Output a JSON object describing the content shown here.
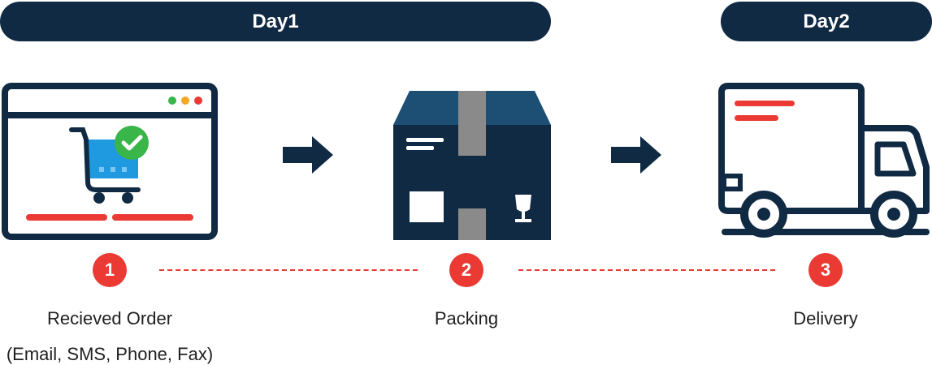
{
  "header": {
    "day1": "Day1",
    "day2": "Day2"
  },
  "steps": [
    {
      "number": "1",
      "label": "Recieved Order",
      "sublabel": "(Email, SMS, Phone, Fax)",
      "icon": "shopping-cart-browser-icon"
    },
    {
      "number": "2",
      "label": "Packing",
      "icon": "package-box-icon"
    },
    {
      "number": "3",
      "label": "Delivery",
      "icon": "delivery-truck-icon"
    }
  ],
  "colors": {
    "navy": "#102a43",
    "accent_red": "#ea3a33",
    "cart_blue": "#1f9ae0",
    "check_green": "#39b54a",
    "tape_gray": "#8a8a8a"
  }
}
